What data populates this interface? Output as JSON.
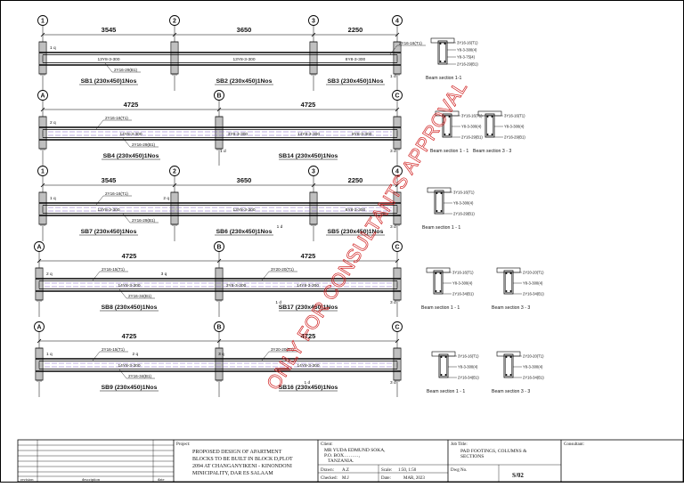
{
  "beams": [
    {
      "id": "row1",
      "grids": [
        "1",
        "2",
        "3",
        "4"
      ],
      "spans": [
        "3545",
        "3650",
        "2250"
      ],
      "rebar_top": [
        "2Y16-16(T1)"
      ],
      "rebar_bottom": [
        "2Y16-29(B1)"
      ],
      "stirrups": [
        "13Y8-3-300",
        "13Y8-3-300",
        "8Y8-3-300"
      ],
      "bar_marks": [
        "1 q",
        "1 d"
      ],
      "labels": [
        "SB1 (230x450)1Nos",
        "SB2 (230x450)1Nos",
        "SB3 (230x450)1Nos"
      ]
    },
    {
      "id": "row2",
      "grids": [
        "A",
        "B",
        "C"
      ],
      "spans": [
        "4725",
        "4725"
      ],
      "rebar_top": [
        "2Y16-16(T1)"
      ],
      "rebar_bottom": [
        "2Y16-29(B1)"
      ],
      "stirrups": [
        "14Y8-3-300",
        "3Y8-3-300",
        "14Y8-3-300",
        "8Y8-3-300"
      ],
      "bar_marks": [
        "2 q",
        "1 d",
        "3 d"
      ],
      "labels": [
        "SB4 (230x450)1Nos",
        "SB14 (230x450)1Nos"
      ]
    },
    {
      "id": "row3",
      "grids": [
        "1",
        "2",
        "3",
        "4"
      ],
      "spans": [
        "3545",
        "3650",
        "2250"
      ],
      "rebar_top": [
        "2Y16-16(T1)"
      ],
      "rebar_bottom": [
        "2Y16-29(B1)"
      ],
      "stirrups": [
        "13Y8-3-300",
        "13Y8-3-300",
        "8Y8-3-300"
      ],
      "bar_marks": [
        "1 q",
        "2 q",
        "1 d",
        "3 d"
      ],
      "labels": [
        "SB7 (230x450)1Nos",
        "SB6 (230x450)1Nos",
        "SB5 (230x450)1Nos"
      ]
    },
    {
      "id": "row4",
      "grids": [
        "A",
        "B",
        "C"
      ],
      "spans": [
        "4725",
        "4725"
      ],
      "rebar_top": [
        "2Y16-15(T1)",
        "3Y20-20(T1)"
      ],
      "rebar_bottom": [
        "2Y16-34(B1)"
      ],
      "stirrups": [
        "14Y8-3-300",
        "3Y8-3-300",
        "14Y8-3-300"
      ],
      "bar_marks": [
        "2 q",
        "3 q",
        "1 d",
        "3 d"
      ],
      "labels": [
        "SB8 (230x450)1Nos",
        "SB17 (230x450)1Nos"
      ]
    },
    {
      "id": "row5",
      "grids": [
        "A",
        "B",
        "C"
      ],
      "spans": [
        "4725",
        "4725"
      ],
      "rebar_top": [
        "2Y16-15(T1)",
        "3Y20-20(T1)"
      ],
      "rebar_bottom": [
        "2Y16-34(B1)"
      ],
      "stirrups": [
        "14Y8-3-300",
        "14Y8-3-300"
      ],
      "bar_marks": [
        "1 q",
        "2 q",
        "3 q",
        "1 d",
        "3 d"
      ],
      "labels": [
        "SB9 (230x450)1Nos",
        "SB16 (230x450)1Nos"
      ]
    }
  ],
  "sections": {
    "labels": [
      "Beam section 1-1",
      "Beam section 1 - 1",
      "Beam section 3 - 3"
    ],
    "callouts": [
      "3Y16-16(T1)",
      "Y8-3-300(4)",
      "2Y16-29(B1)",
      "Y8-3-75(4)",
      "2Y20-20(T1)",
      "2Y16-34(B1)"
    ]
  },
  "watermark": "ONLY FOR CONSULTANTS APPROVAL",
  "title_block": {
    "revision_header": "revision",
    "description_header": "description",
    "date_header": "date",
    "project_label": "Project:",
    "project_lines": [
      "PROPOSED DESIGN OF APARTMENT",
      "BLOCKS TO BE BUILT IN BLOCK D,PLOT",
      "2094 AT CHANGANYIKENI - KINONDONI",
      "MINICIPALITY, DAR ES SALAAM"
    ],
    "client_label": "Client:",
    "client_lines": [
      "MR YUDA EDMUND SOKA,",
      "P.O. BOX………,",
      "TANZANIA."
    ],
    "drawn_label": "Drawn:",
    "drawn_value": "A.Z",
    "checked_label": "Checked:",
    "checked_value": "M.J",
    "scale_label": "Scale:",
    "scale_value": "1:50, 1:50",
    "date_label": "Date:",
    "date_value": "MAR, 2023",
    "job_title_label": "Job Title:",
    "job_title_lines": [
      "PAD FOOTINGS, COLUMNS &",
      "SECTIONS"
    ],
    "dwg_label": "Dwg No.",
    "dwg_value": "S/02",
    "consultant_label": "Consultant:"
  }
}
